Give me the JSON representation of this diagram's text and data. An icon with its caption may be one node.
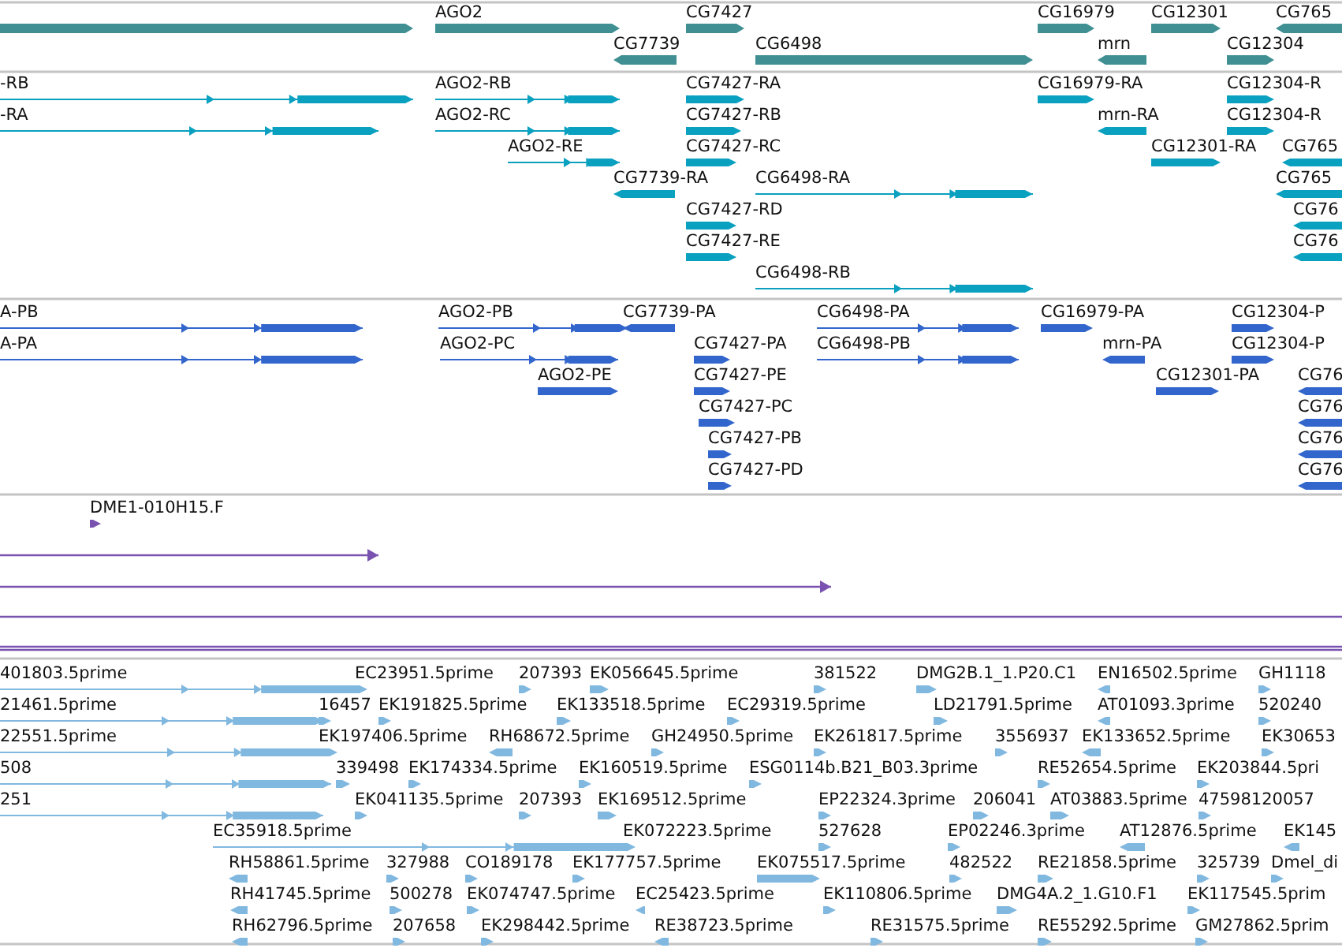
{
  "diagram": {
    "labels": [
      "AGO2",
      "CG7427",
      "CG16979",
      "CG12301",
      "CG765",
      "CG7739",
      "CG6498",
      "mrn",
      "CG12304",
      "-RB",
      "AGO2-RB",
      "CG7427-RA",
      "CG16979-RA",
      "CG12304-R",
      "-RA",
      "AGO2-RC",
      "CG7427-RB",
      "mrn-RA",
      "CG12304-R",
      "AGO2-RE",
      "CG7427-RC",
      "CG12301-RA",
      "CG765",
      "CG7739-RA",
      "CG6498-RA",
      "CG765",
      "CG7427-RD",
      "CG76",
      "CG7427-RE",
      "CG76",
      "CG6498-RB",
      "A-PB",
      "AGO2-PB",
      "CG7739-PA",
      "CG6498-PA",
      "CG16979-PA",
      "CG12304-P",
      "A-PA",
      "AGO2-PC",
      "CG7427-PA",
      "CG6498-PB",
      "mrn-PA",
      "CG12304-P",
      "AGO2-PE",
      "CG7427-PE",
      "CG12301-PA",
      "CG76",
      "CG7427-PC",
      "CG76",
      "CG7427-PB",
      "CG76",
      "CG7427-PD",
      "CG76",
      "DME1-010H15.F",
      "401803.5prime",
      "EC23951.5prime",
      "207393",
      "EK056645.5prime",
      "381522",
      "DMG2B.1_1.P20.C1",
      "EN16502.5prime",
      "GH1118",
      "21461.5prime",
      "16457",
      "EK191825.5prime",
      "EK133518.5prime",
      "EC29319.5prime",
      "LD21791.5prime",
      "AT01093.3prime",
      "520240",
      "22551.5prime",
      "EK197406.5prime",
      "RH68672.5prime",
      "GH24950.5prime",
      "EK261817.5prime",
      "3556937",
      "EK133652.5prime",
      "EK30653",
      "508",
      "339498",
      "EK174334.5prime",
      "EK160519.5prime",
      "ESG0114b.B21_B03.3prime",
      "RE52654.5prime",
      "EK203844.5pri",
      "251",
      "EK041135.5prime",
      "207393",
      "EK169512.5prime",
      "EP22324.3prime",
      "206041",
      "AT03883.5prime",
      "47598120057",
      "EC35918.5prime",
      "EK072223.5prime",
      "527628",
      "EP02246.3prime",
      "AT12876.5prime",
      "EK145",
      "RH58861.5prime",
      "327988",
      "CO189178",
      "EK177757.5prime",
      "EK075517.5prime",
      "482522",
      "RE21858.5prime",
      "325739",
      "Dmel_di",
      "RH41745.5prime",
      "500278",
      "EK074747.5prime",
      "EC25423.5prime",
      "EK110806.5prime",
      "DMG4A.2_1.G10.F1",
      "EK117545.5prim",
      "RH62796.5prime",
      "207658",
      "EK298442.5prime",
      "RE38723.5prime",
      "RE31575.5prime",
      "RE55292.5prime",
      "GM27862.5prim"
    ]
  }
}
